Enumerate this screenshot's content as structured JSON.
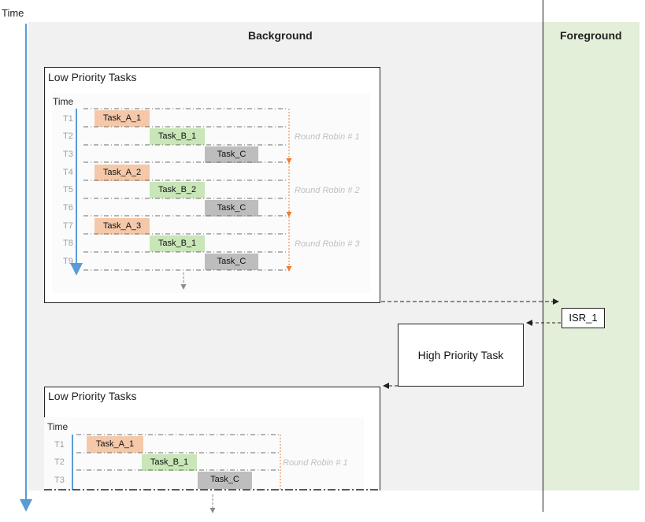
{
  "time_label": "Time",
  "background_label": "Background",
  "foreground_label": "Foreground",
  "upper_box": {
    "title": "Low Priority Tasks",
    "time_label": "Time",
    "row_labels": [
      "T1",
      "T2",
      "T3",
      "T4",
      "T5",
      "T6",
      "T7",
      "T8",
      "T9"
    ],
    "tasks": [
      "Task_A_1",
      "Task_B_1",
      "Task_C",
      "Task_A_2",
      "Task_B_2",
      "Task_C",
      "Task_A_3",
      "Task_B_1",
      "Task_C"
    ],
    "round_robin": [
      "Round Robin # 1",
      "Round Robin # 2",
      "Round Robin # 3"
    ]
  },
  "isr_label": "ISR_1",
  "high_priority_label": "High Priority Task",
  "lower_box": {
    "title": "Low Priority Tasks",
    "time_label": "Time",
    "row_labels": [
      "T1",
      "T2",
      "T3"
    ],
    "tasks": [
      "Task_A_1",
      "Task_B_1",
      "Task_C"
    ],
    "round_robin": [
      "Round Robin # 1"
    ]
  },
  "colors": {
    "task_a": "#f4c8a8",
    "task_b": "#c8e6b7",
    "task_c": "#bdbdbd",
    "foreground_bg": "#e3efd9",
    "background_bg": "#f1f1f1",
    "time_axis": "#5b9bd5",
    "round_robin_arrow": "#ed7d31"
  }
}
